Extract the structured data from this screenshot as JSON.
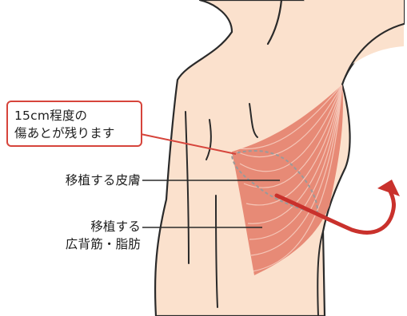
{
  "callout": {
    "line1": "15cm程度の",
    "line2": "傷あとが残ります"
  },
  "labels": {
    "skin": "移植する皮膚",
    "muscle_line1": "移植する",
    "muscle_line2": "広背筋・脂肪"
  },
  "colors": {
    "skin": "#fbe1cd",
    "outline": "#2a2a2a",
    "muscle": "#e5836f",
    "muscle_fiber": "#f7cfc2",
    "accent": "#d6443b",
    "dashed_outline": "#9a9a9a"
  }
}
